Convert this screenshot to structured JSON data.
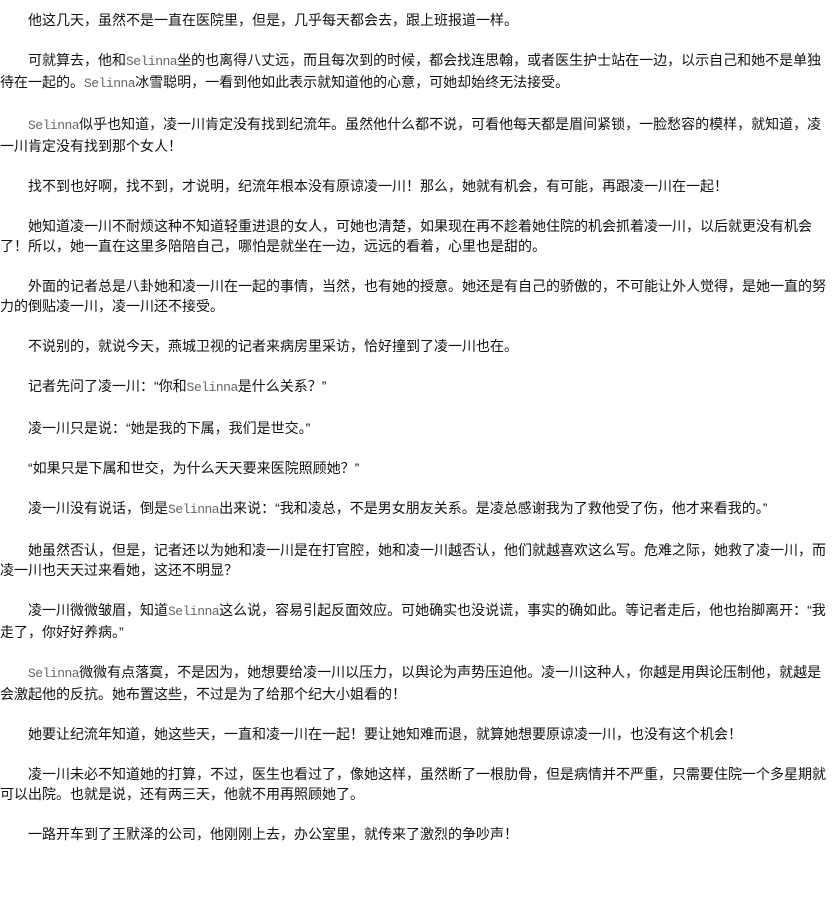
{
  "paragraphs": [
    [
      {
        "t": "他这几天，虽然不是一直在医院里，但是，几乎每天都会去，跟上班报道一样。"
      }
    ],
    [
      {
        "t": "可就算去，他和"
      },
      {
        "t": "Selinna",
        "latin": true
      },
      {
        "t": "坐的也离得八丈远，而且每次到的时候，都会找连思翰，或者医生护士站在一边，以示自己和她不是单独待在一起的。"
      },
      {
        "t": "Selinna",
        "latin": true
      },
      {
        "t": "冰雪聪明，一看到他如此表示就知道他的心意，可她却始终无法接受。"
      }
    ],
    [
      {
        "t": "Selinna",
        "latin": true
      },
      {
        "t": "似乎也知道，凌一川肯定没有找到纪流年。虽然他什么都不说，可看他每天都是眉间紧锁，一脸愁容的模样，就知道，凌一川肯定没有找到那个女人！"
      }
    ],
    [
      {
        "t": "找不到也好啊，找不到，才说明，纪流年根本没有原谅凌一川！那么，她就有机会，有可能，再跟凌一川在一起！"
      }
    ],
    [
      {
        "t": "她知道凌一川不耐烦这种不知道轻重进退的女人，可她也清楚，如果现在再不趁着她住院的机会抓着凌一川，以后就更没有机会了！所以，她一直在这里多陪陪自己，哪怕是就坐在一边，远远的看着，心里也是甜的。"
      }
    ],
    [
      {
        "t": "外面的记者总是八卦她和凌一川在一起的事情，当然，也有她的授意。她还是有自己的骄傲的，不可能让外人觉得，是她一直的努力的倒贴凌一川，凌一川还不接受。"
      }
    ],
    [
      {
        "t": "不说别的，就说今天，燕城卫视的记者来病房里采访，恰好撞到了凌一川也在。"
      }
    ],
    [
      {
        "t": "记者先问了凌一川：“你和"
      },
      {
        "t": "Selinna",
        "latin": true
      },
      {
        "t": "是什么关系？”"
      }
    ],
    [
      {
        "t": "凌一川只是说：“她是我的下属，我们是世交。”"
      }
    ],
    [
      {
        "t": "“如果只是下属和世交，为什么天天要来医院照顾她？”"
      }
    ],
    [
      {
        "t": "凌一川没有说话，倒是"
      },
      {
        "t": "Selinna",
        "latin": true
      },
      {
        "t": "出来说：“我和凌总，不是男女朋友关系。是凌总感谢我为了救他受了伤，他才来看我的。”"
      }
    ],
    [
      {
        "t": "她虽然否认，但是，记者还以为她和凌一川是在打官腔，她和凌一川越否认，他们就越喜欢这么写。危难之际，她救了凌一川，而凌一川也天天过来看她，这还不明显？"
      }
    ],
    [
      {
        "t": "凌一川微微皱眉，知道"
      },
      {
        "t": "Selinna",
        "latin": true
      },
      {
        "t": "这么说，容易引起反面效应。可她确实也没说谎，事实的确如此。等记者走后，他也抬脚离开：“我走了，你好好养病。”"
      }
    ],
    [
      {
        "t": "Selinna",
        "latin": true
      },
      {
        "t": "微微有点落寞，不是因为，她想要给凌一川以压力，以舆论为声势压迫他。凌一川这种人，你越是用舆论压制他，就越是会激起他的反抗。她布置这些，不过是为了给那个纪大小姐看的！"
      }
    ],
    [
      {
        "t": "她要让纪流年知道，她这些天，一直和凌一川在一起！要让她知难而退，就算她想要原谅凌一川，也没有这个机会！"
      }
    ],
    [
      {
        "t": "凌一川未必不知道她的打算，不过，医生也看过了，像她这样，虽然断了一根肋骨，但是病情并不严重，只需要住院一个多星期就可以出院。也就是说，还有两三天，他就不用再照顾她了。"
      }
    ],
    [
      {
        "t": "一路开车到了王默泽的公司，他刚刚上去，办公室里，就传来了激烈的争吵声！"
      }
    ]
  ]
}
